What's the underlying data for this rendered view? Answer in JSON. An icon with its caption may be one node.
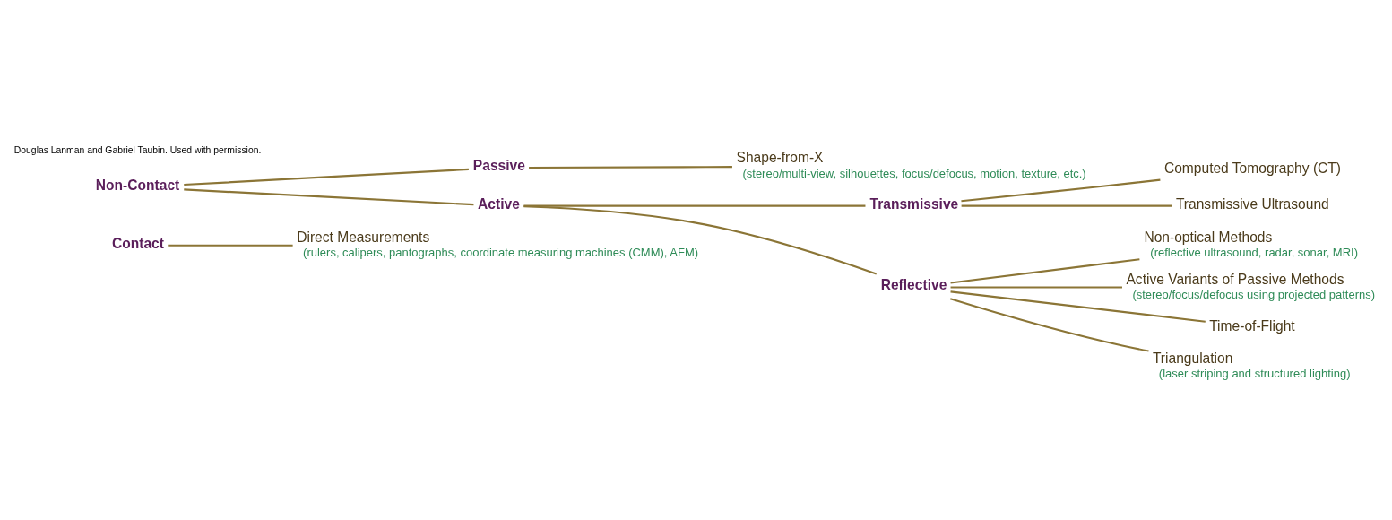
{
  "diagram": {
    "nodes": [
      {
        "text": [
          "Contact"
        ]
      },
      {
        "text": [
          "Direct Measurements",
          "(rulers, calipers, pantographs, coordinate measuring machines (CMM), AFM)"
        ]
      },
      {
        "text": [
          "Non-Contact"
        ]
      },
      {
        "text": [
          "Passive"
        ]
      },
      {
        "text": [
          "Shape-from-X",
          "(stereo/multi-view, silhouettes, focus/defocus, motion, texture, etc.)"
        ]
      },
      {
        "text": [
          "Active"
        ]
      },
      {
        "text": [
          "Transmissive"
        ]
      },
      {
        "text": [
          "Computed Tomography (CT)"
        ]
      },
      {
        "text": [
          "Transmissive Ultrasound"
        ]
      },
      {
        "text": [
          "Reflective"
        ]
      },
      {
        "text": [
          "Non-optical Methods",
          "(reflective ultrasound, radar, sonar, MRI)"
        ]
      },
      {
        "text": [
          "Active Variants of Passive Methods",
          "(stereo/focus/defocus using projected patterns)"
        ]
      },
      {
        "text": [
          "Time-of-Flight"
        ]
      },
      {
        "text": [
          "Triangulation",
          "(laser striping and structured lighting)"
        ]
      }
    ],
    "edges": [
      {
        "from": 0,
        "to": 1,
        "arrow": "none"
      },
      {
        "from": 2,
        "to": 3,
        "arrow": "none"
      },
      {
        "from": 2,
        "to": 5,
        "arrow": "none"
      },
      {
        "from": 3,
        "to": 4,
        "arrow": "none"
      },
      {
        "from": 5,
        "to": 6,
        "arrow": "none"
      },
      {
        "from": 5,
        "to": 9,
        "arrow": "none"
      },
      {
        "from": 6,
        "to": 7,
        "arrow": "none"
      },
      {
        "from": 6,
        "to": 8,
        "arrow": "none"
      },
      {
        "from": 9,
        "to": 10,
        "arrow": "none"
      },
      {
        "from": 9,
        "to": 11,
        "arrow": "none"
      },
      {
        "from": 9,
        "to": 12,
        "arrow": "none"
      },
      {
        "from": 9,
        "to": 13,
        "arrow": "none"
      }
    ],
    "labels": [
      "Douglas Lanman and Gabriel Taubin. Used with permission."
    ]
  }
}
